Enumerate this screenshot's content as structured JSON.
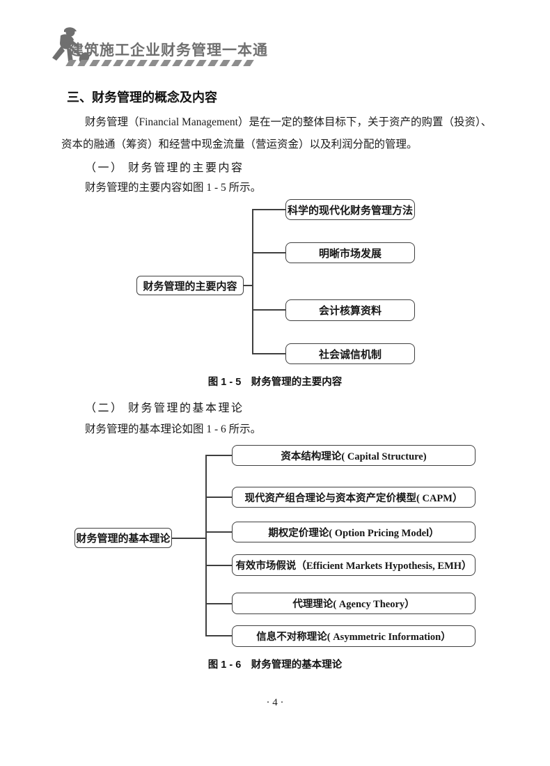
{
  "header": {
    "book_title": "建筑施工企业财务管理一本通"
  },
  "section": {
    "heading": "三、财务管理的概念及内容",
    "paragraph_lines": [
      "财务管理（Financial Management）是在一定的整体目标下，关于资产的购置（投资）、",
      "资本的融通（筹资）和经营中现金流量（营运资金）以及利润分配的管理。"
    ]
  },
  "subsection1": {
    "heading": "（一） 财务管理的主要内容",
    "intro": "财务管理的主要内容如图 1 - 5 所示。"
  },
  "figure_1_5": {
    "root": "财务管理的主要内容",
    "children": [
      "科学的现代化财务管理方法",
      "明晰市场发展",
      "会计核算资料",
      "社会诚信机制"
    ],
    "caption": "图 1 - 5　财务管理的主要内容"
  },
  "subsection2": {
    "heading": "（二） 财务管理的基本理论",
    "intro": "财务管理的基本理论如图 1 - 6 所示。"
  },
  "figure_1_6": {
    "root": "财务管理的基本理论",
    "children": [
      "资本结构理论( Capital Structure)",
      "现代资产组合理论与资本资产定价模型( CAPM）",
      "期权定价理论( Option Pricing Model）",
      "有效市场假说（Efficient Markets Hypothesis, EMH）",
      "代理理论( Agency Theory）",
      "信息不对称理论( Asymmetric Information）"
    ],
    "caption": "图 1 - 6　财务管理的基本理论"
  },
  "page": {
    "number": "· 4 ·"
  },
  "colors": {
    "header_gray": "#6f6f6f",
    "stripe_gray": "#8d8d8d",
    "box_border": "#3f3f3f",
    "text": "#1b1b1b"
  }
}
